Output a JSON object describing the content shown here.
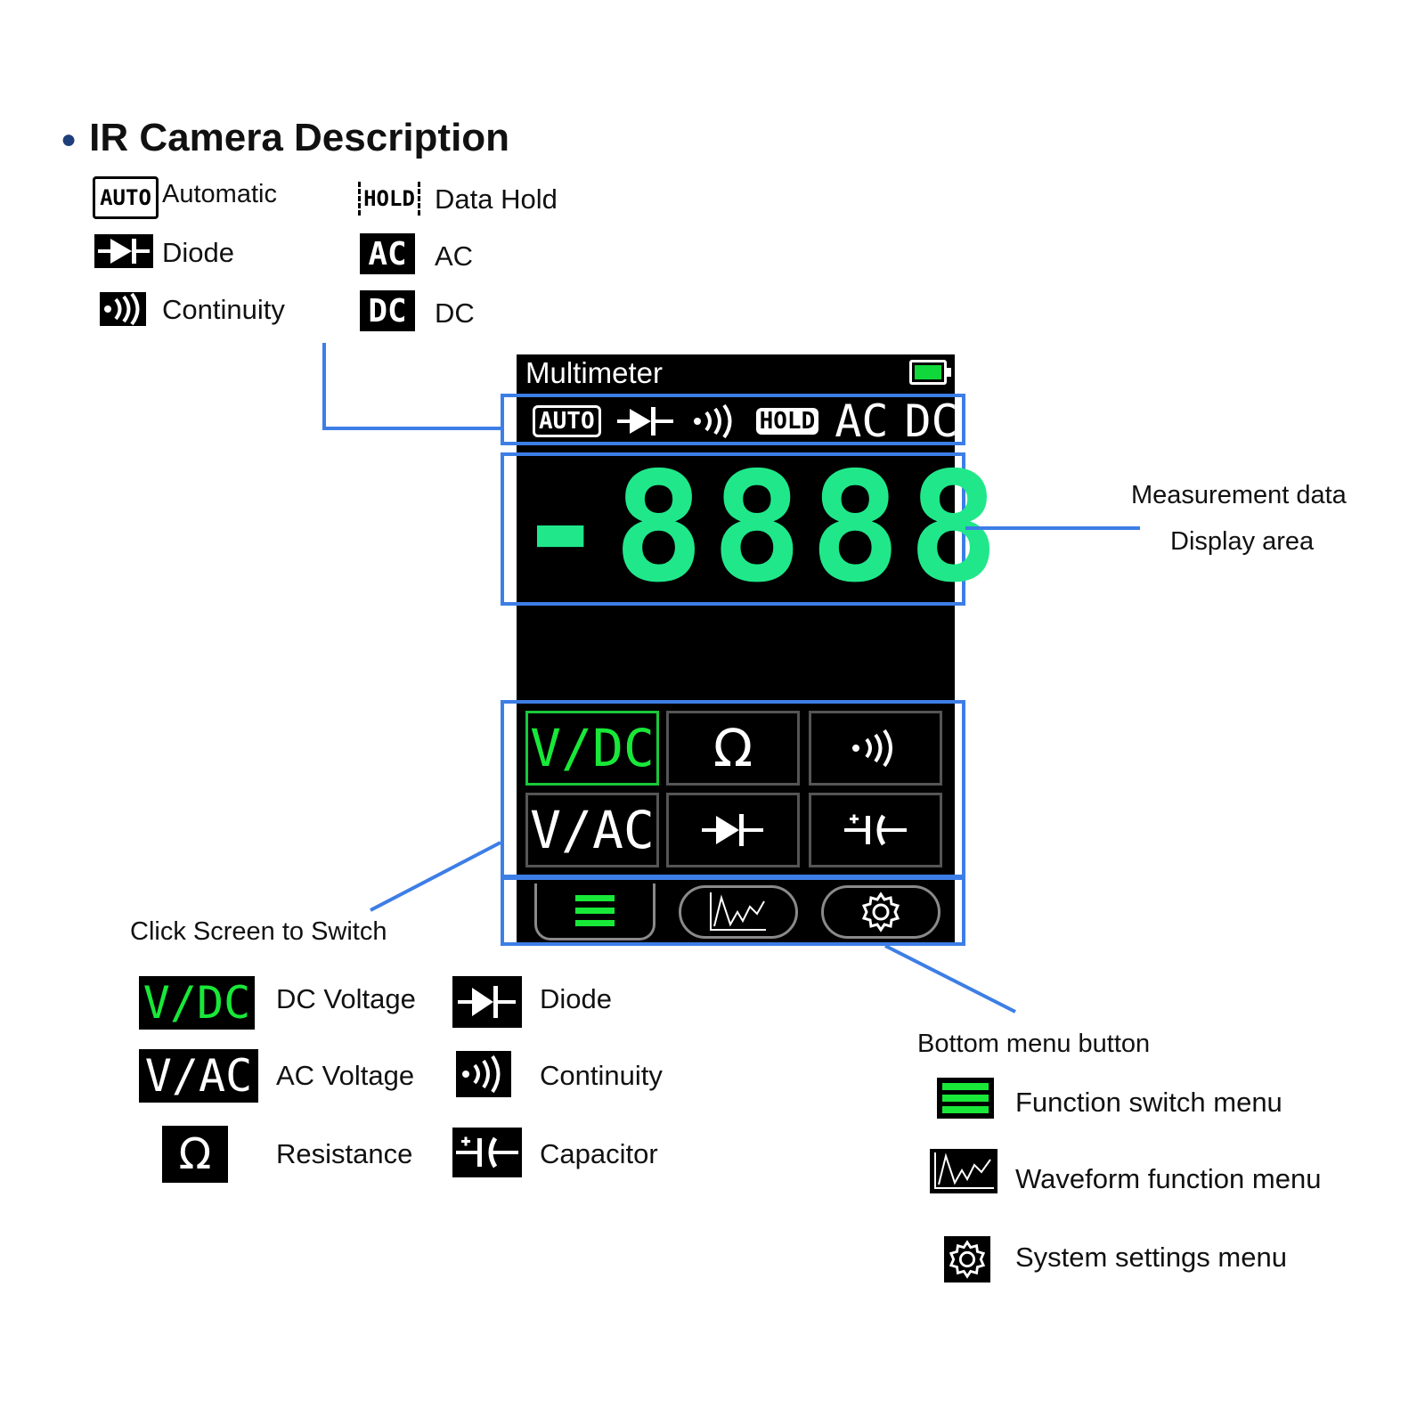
{
  "header": {
    "title": "IR Camera Description"
  },
  "legend_top": {
    "left": [
      {
        "icon": "AUTO",
        "label": "Automatic"
      },
      {
        "icon": "diode",
        "label": "Diode"
      },
      {
        "icon": "continuity",
        "label": "Continuity"
      }
    ],
    "right": [
      {
        "icon": "HOLD",
        "label": "Data Hold"
      },
      {
        "icon": "AC",
        "label": "AC"
      },
      {
        "icon": "DC",
        "label": "DC"
      }
    ]
  },
  "screen": {
    "title": "Multimeter",
    "status_icons": {
      "auto": "AUTO",
      "hold": "HOLD",
      "ac": "AC",
      "dc": "DC"
    },
    "reading": "-8888",
    "function_buttons": [
      {
        "label": "V/DC",
        "active": true
      },
      {
        "label": "Ω",
        "active": false
      },
      {
        "label": "continuity",
        "active": false
      },
      {
        "label": "V/AC",
        "active": false
      },
      {
        "label": "diode",
        "active": false
      },
      {
        "label": "capacitor",
        "active": false
      }
    ],
    "colors": {
      "accent": "#18e838",
      "digits": "#20e88a",
      "callout": "#3d7ee6"
    }
  },
  "callouts": {
    "measurement_line1": "Measurement data",
    "measurement_line2": "Display area",
    "click_switch": "Click Screen to Switch",
    "bottom_menu": "Bottom menu button"
  },
  "legend_bottom": {
    "functions": [
      {
        "icon": "V/DC",
        "label": "DC Voltage"
      },
      {
        "icon": "V/AC",
        "label": "AC Voltage"
      },
      {
        "icon": "Ω",
        "label": "Resistance"
      },
      {
        "icon": "diode",
        "label": "Diode"
      },
      {
        "icon": "continuity",
        "label": "Continuity"
      },
      {
        "icon": "capacitor",
        "label": "Capacitor"
      }
    ],
    "menus": [
      {
        "icon": "menu-icon",
        "label": "Function switch menu"
      },
      {
        "icon": "waveform-icon",
        "label": "Waveform function menu"
      },
      {
        "icon": "gear-icon",
        "label": "System settings menu"
      }
    ]
  }
}
